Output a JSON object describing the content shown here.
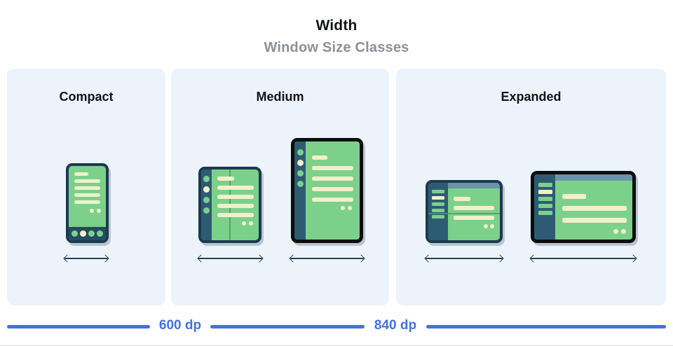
{
  "header": {
    "title": "Width",
    "subtitle": "Window Size Classes"
  },
  "panels": [
    {
      "id": "compact",
      "label": "Compact",
      "illustrations": [
        "phone-portrait"
      ]
    },
    {
      "id": "medium",
      "label": "Medium",
      "illustrations": [
        "foldable-open-portrait",
        "tablet-portrait"
      ]
    },
    {
      "id": "expanded",
      "label": "Expanded",
      "illustrations": [
        "foldable-open-landscape",
        "large-tablet-landscape"
      ]
    }
  ],
  "axis": {
    "breakpoints": [
      {
        "label": "600 dp"
      },
      {
        "label": "840 dp"
      }
    ]
  },
  "colors": {
    "ink": "#101418",
    "gray": "#8A9199",
    "panel": "#EDF3FB",
    "green": "#7CD18A",
    "cream": "#F2EFCC",
    "frame": "#1C3A4E",
    "blackframe": "#0D0D0D",
    "rail": "#2E5B74",
    "slate": "#6D92AC",
    "fold": "#4F9C62",
    "navbar": "#264A61",
    "arrow": "#23445B",
    "blue": "#4272E3"
  }
}
